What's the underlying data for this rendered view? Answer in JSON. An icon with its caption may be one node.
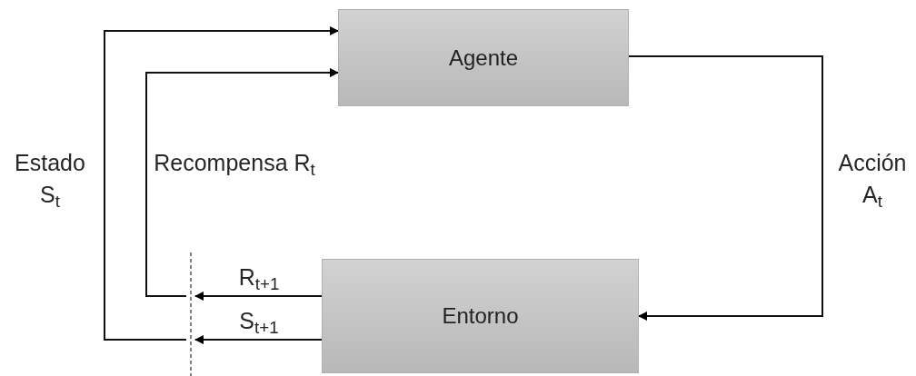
{
  "diagram": {
    "nodes": [
      {
        "text": [
          "Agente"
        ]
      },
      {
        "text": [
          "Entorno"
        ]
      }
    ],
    "edges": [
      {
        "from": 0,
        "to": 1,
        "arrow": "to",
        "label": "Acción A$_{t}$"
      },
      {
        "from": 1,
        "to": null,
        "arrow": "to",
        "label": "R$_{t+1}$"
      },
      {
        "from": null,
        "to": 0,
        "arrow": "to",
        "label": "Recompensa R$_{t}$"
      },
      {
        "from": 1,
        "to": null,
        "arrow": "to",
        "label": "S$_{t+1}$"
      },
      {
        "from": null,
        "to": 0,
        "arrow": "to",
        "label": "Estado S$_{t}$"
      }
    ]
  }
}
